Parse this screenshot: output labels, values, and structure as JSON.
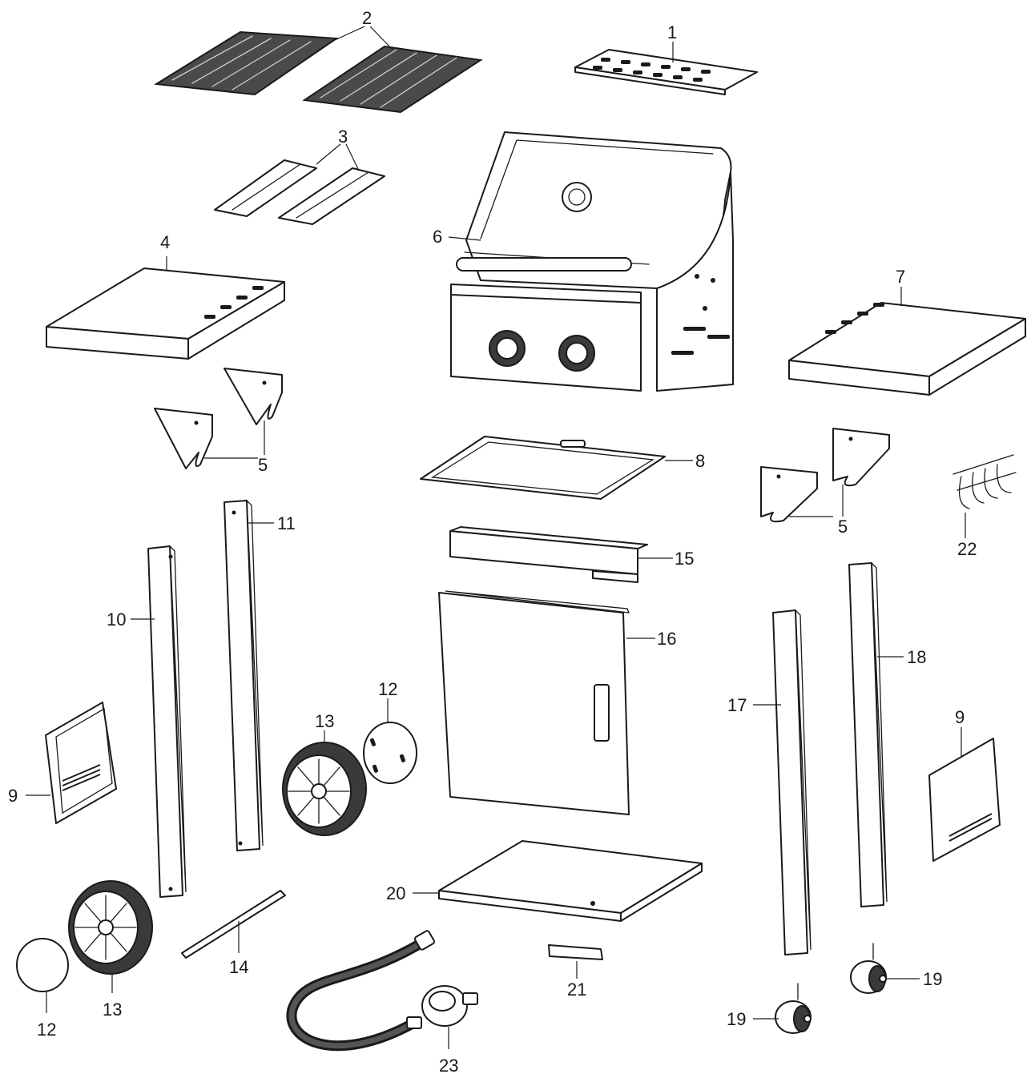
{
  "labels": {
    "p1": "1",
    "p2": "2",
    "p3": "3",
    "p4": "4",
    "p5a": "5",
    "p5b": "5",
    "p6": "6",
    "p7": "7",
    "p8": "8",
    "p9a": "9",
    "p9b": "9",
    "p10": "10",
    "p11": "11",
    "p12a": "12",
    "p12b": "12",
    "p13a": "13",
    "p13b": "13",
    "p14": "14",
    "p15": "15",
    "p16": "16",
    "p17": "17",
    "p18": "18",
    "p19a": "19",
    "p19b": "19",
    "p20": "20",
    "p21": "21",
    "p22": "22",
    "p23": "23"
  }
}
